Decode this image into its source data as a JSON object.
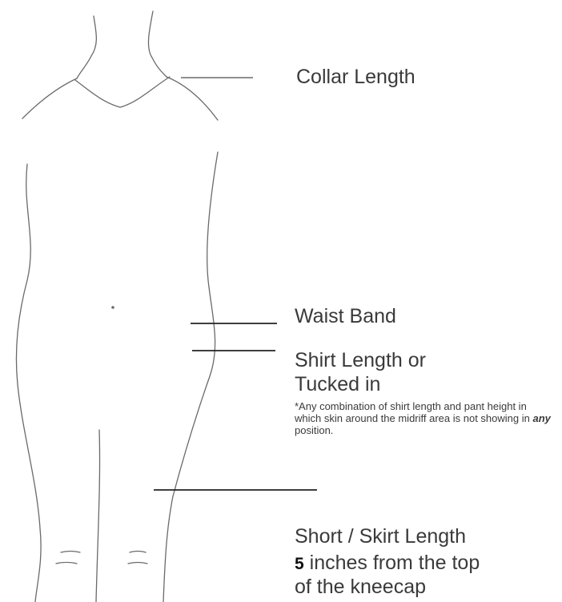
{
  "labels": {
    "collar": "Collar Length",
    "waist": "Waist Band",
    "shirt_line1": "Shirt Length or",
    "shirt_line2": "Tucked in",
    "shirt_note_part1": "*Any combination of shirt length and pant height in which skin around the midriff area is not showing in ",
    "shirt_note_emph": "any",
    "shirt_note_part2": " position.",
    "short_line1": "Short / Skirt Length",
    "short_inches_number": "5",
    "short_inches_text": " inches from the top",
    "short_line3": "of the kneecap"
  }
}
